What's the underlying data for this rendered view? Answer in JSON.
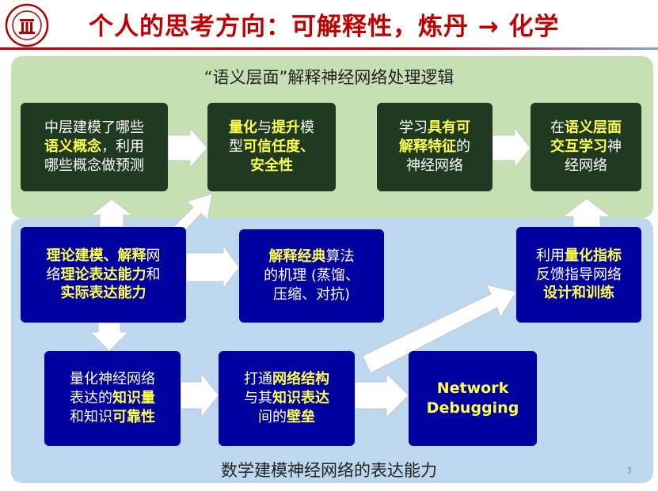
{
  "title": "个人的思考方向：可解释性，炼丹 → 化学",
  "page_number": "3",
  "top_panel_label": "“语义层面”解释神经网络处理逻辑",
  "bottom_panel_label": "数学建模神经网络的表达能力",
  "colors": {
    "title_red": "#c00000",
    "green_panel": "#c6e0b4",
    "blue_panel": "#bdd7ee",
    "dark_box": "#1f3a20",
    "navy_box": "#00009e",
    "highlight_yellow": "#ffff4d"
  },
  "boxes": {
    "b1": [
      "中层建模了哪些",
      "语义概念",
      "，利用",
      "哪些概念做预测"
    ],
    "b2": [
      "量化",
      "与",
      "提升",
      "模",
      "型",
      "可信任度、",
      "安全性"
    ],
    "b3": [
      "学习",
      "具有可",
      "解释特征",
      "的",
      "神经网络"
    ],
    "b4": [
      "在",
      "语义层面",
      "交互学习",
      "神",
      "经网络"
    ],
    "b5": [
      "理论建模、解释",
      "网",
      "络",
      "理论表达能力",
      "和",
      "实际表达能力"
    ],
    "b6": [
      "解释经典",
      "算法",
      "的机理 (蒸馏、",
      "压缩、对抗)"
    ],
    "b7": [
      "利用",
      "量化指标",
      "反馈指导网络",
      "设计和训练"
    ],
    "b8": [
      "量化神经网络",
      "表达的",
      "知识量",
      "和知识",
      "可靠性"
    ],
    "b9": [
      "打通",
      "网络结构",
      "与其",
      "知识表达",
      "间的",
      "壁垒"
    ],
    "b10": [
      "Network",
      "Debugging"
    ]
  }
}
